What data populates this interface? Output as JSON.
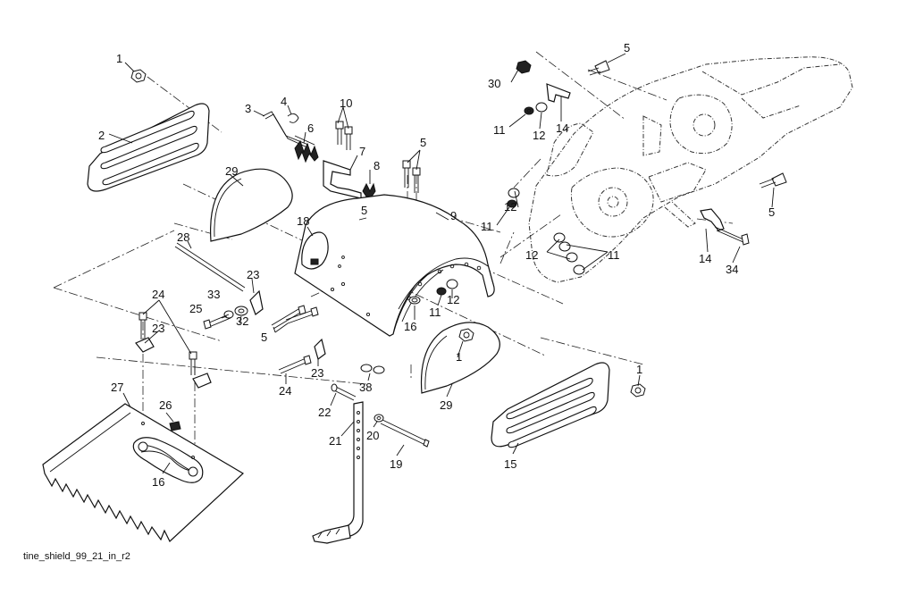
{
  "diagram": {
    "caption": "tine_shield_99_21_in_r2",
    "callouts": {
      "c1_top_left": "1",
      "c1_right": "1",
      "c1_shield": "1",
      "c2": "2",
      "c3": "3",
      "c4": "4",
      "c5_top_right": "5",
      "c5_center": "5",
      "c5_mid": "5",
      "c5_right": "5",
      "c5_left": "5",
      "c6": "6",
      "c7": "7",
      "c8": "8",
      "c9": "9",
      "c10": "10",
      "c11_top": "11",
      "c11_mid": "11",
      "c11_right": "11",
      "c11_bottom": "11",
      "c12_top": "12",
      "c12_mid": "12",
      "c12_right": "12",
      "c12_bottom": "12",
      "c14_top": "14",
      "c14_bottom": "14",
      "c15": "15",
      "c16_shield": "16",
      "c16_flap": "16",
      "c18": "18",
      "c19": "19",
      "c20": "20",
      "c21": "21",
      "c22": "22",
      "c23_left": "23",
      "c23_center": "23",
      "c23_bottom": "23",
      "c24_top": "24",
      "c24_bottom": "24",
      "c25": "25",
      "c26": "26",
      "c27": "27",
      "c28": "28",
      "c29_left": "29",
      "c29_right": "29",
      "c30": "30",
      "c32": "32",
      "c33": "33",
      "c34": "34",
      "c38": "38"
    }
  }
}
